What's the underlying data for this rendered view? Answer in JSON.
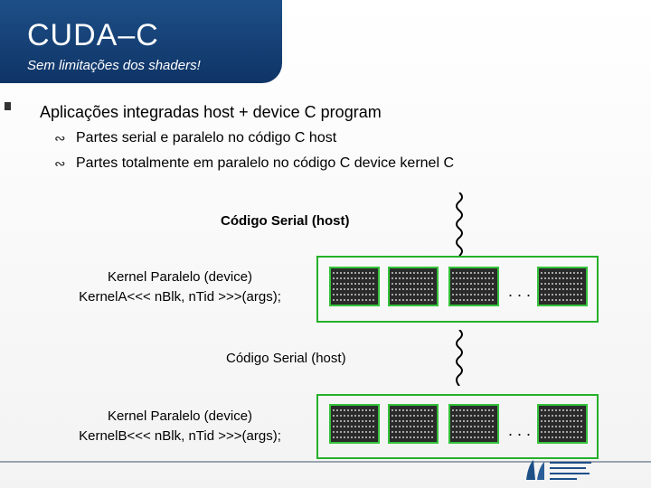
{
  "header": {
    "title": "CUDA–C",
    "subtitle": "Sem limitações dos shaders!"
  },
  "bullets": {
    "main": "Aplicações integradas host + device C program",
    "sub": [
      "Partes serial e paralelo no código C host",
      "Partes totalmente em paralelo no código C device kernel C"
    ]
  },
  "diagram": {
    "serial_label_1": "Código Serial (host)",
    "serial_label_2": "Código Serial (host)",
    "kernel_a_line1": "Kernel Paralelo (device)",
    "kernel_a_line2": "KernelA<<< nBlk, nTid >>>(args);",
    "kernel_b_line1": "Kernel Paralelo (device)",
    "kernel_b_line2": "KernelB<<< nBlk, nTid >>>(args);",
    "ellipsis": ". . ."
  },
  "colors": {
    "header_bg": "#1d4f87",
    "kernel_border": "#25b02a"
  },
  "icons": {
    "bullet": "square-bullet",
    "sub_bullet": "wave-dash-icon",
    "thread": "wavy-thread-icon"
  }
}
